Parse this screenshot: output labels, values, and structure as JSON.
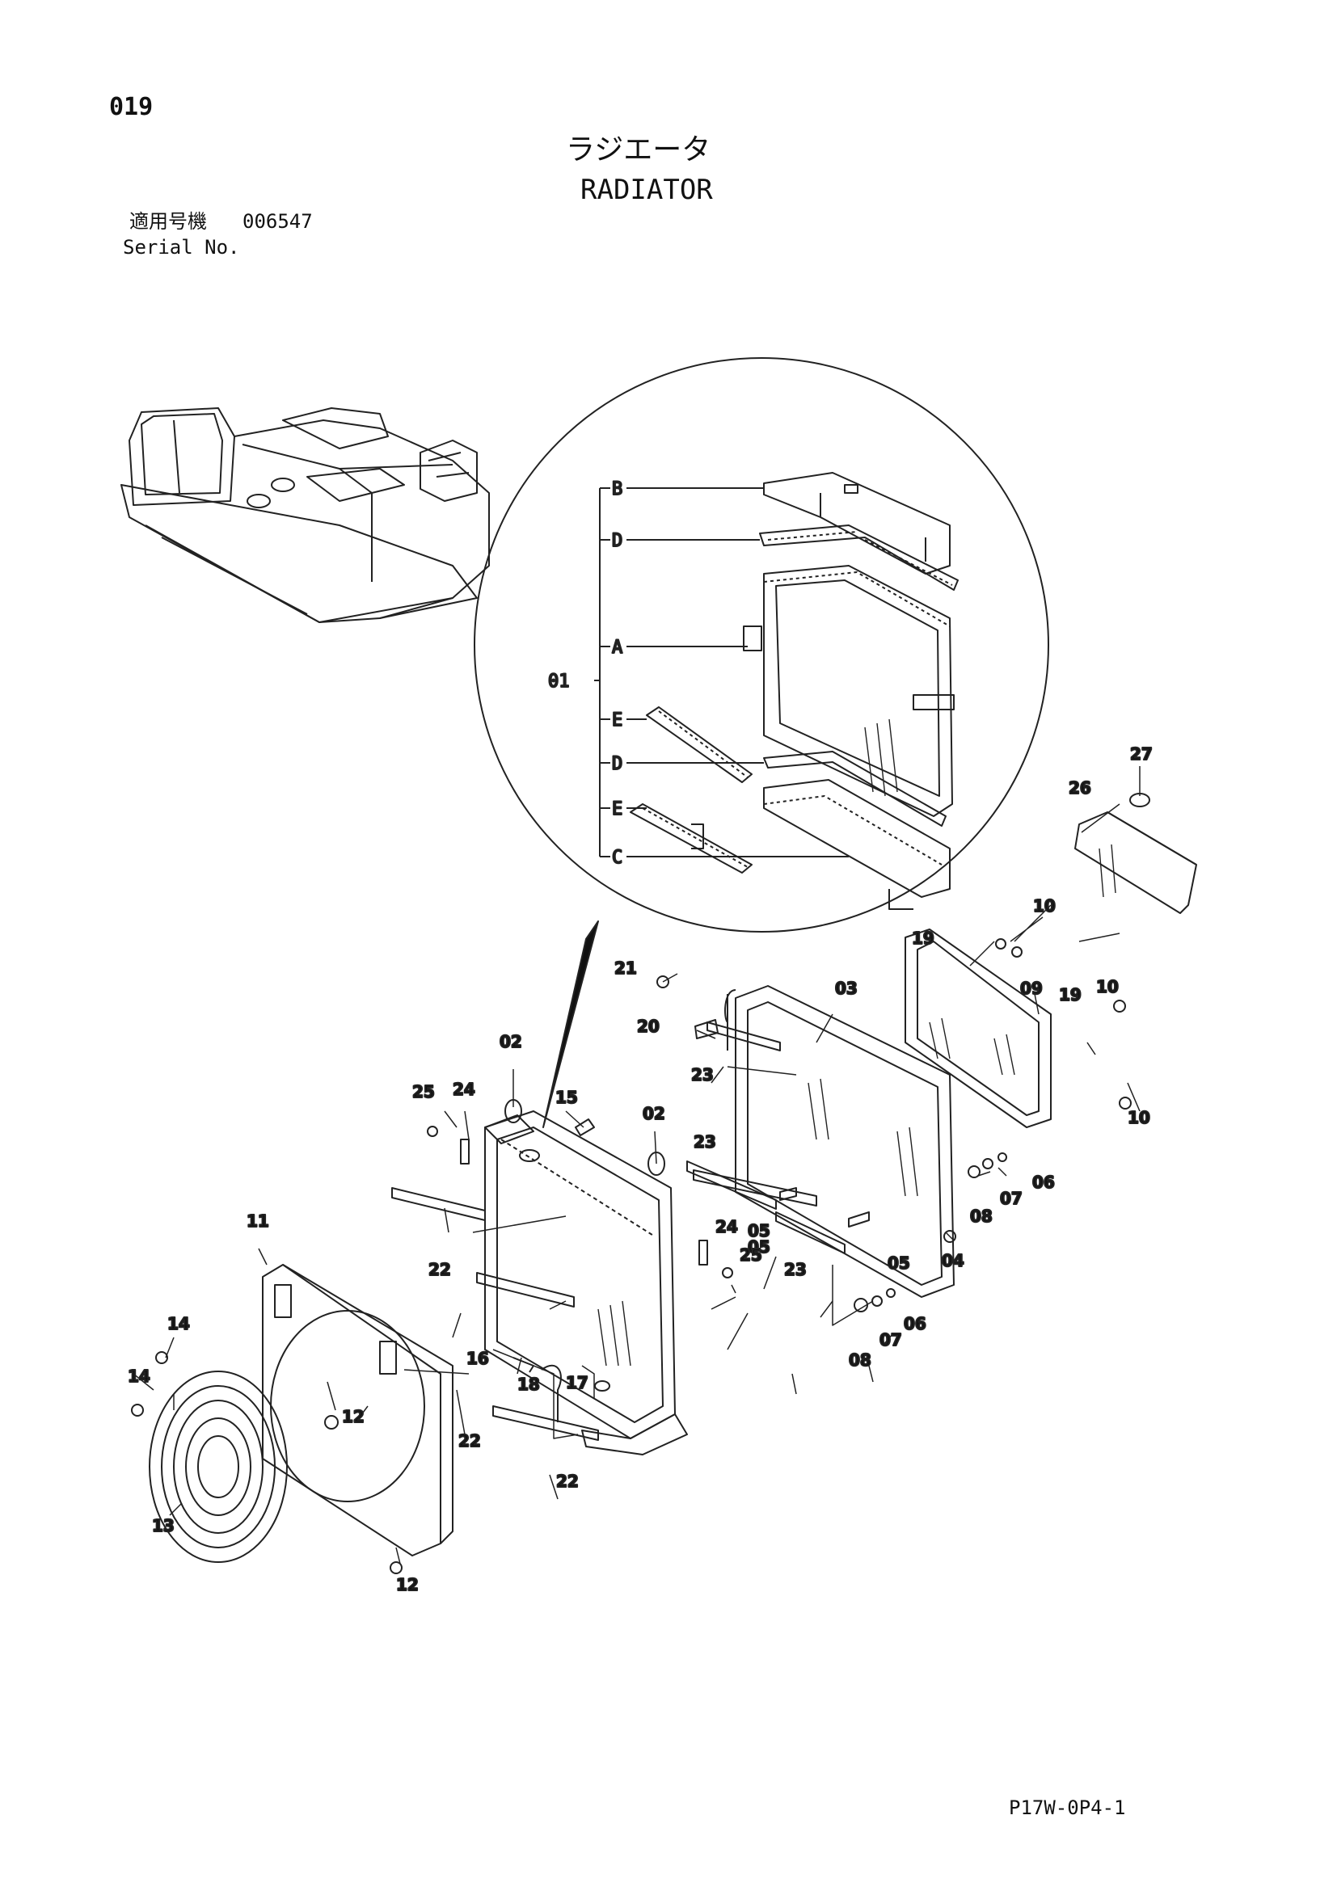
{
  "header": {
    "page_number": "019",
    "title_jp": "ラジエータ",
    "title_en": "RADIATOR",
    "serial_label_jp": "適用号機",
    "serial_value": "006547",
    "serial_label_en": "Serial No."
  },
  "footer": {
    "drawing_code": "P17W-0P4-1"
  },
  "callouts": {
    "inset": [
      "B",
      "D",
      "A",
      "01",
      "E",
      "D",
      "E",
      "C"
    ],
    "parts": [
      "27",
      "26",
      "10",
      "19",
      "10",
      "09",
      "19",
      "10",
      "21",
      "03",
      "20",
      "23",
      "02",
      "25",
      "24",
      "15",
      "02",
      "23",
      "06",
      "07",
      "08",
      "05",
      "04",
      "11",
      "24",
      "05",
      "22",
      "25",
      "23",
      "05",
      "14",
      "16",
      "18",
      "17",
      "06",
      "07",
      "08",
      "14",
      "12",
      "22",
      "13",
      "22",
      "12"
    ]
  }
}
